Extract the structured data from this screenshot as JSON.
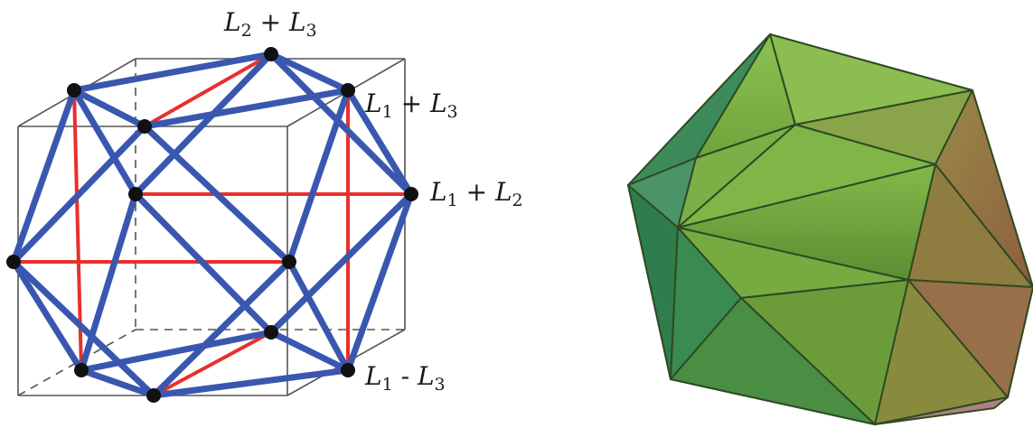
{
  "labels": {
    "top": {
      "a": "L",
      "a_sub": "2",
      "op": " + ",
      "b": "L",
      "b_sub": "3"
    },
    "upper_right": {
      "a": "L",
      "a_sub": "1",
      "op": " + ",
      "b": "L",
      "b_sub": "3"
    },
    "right": {
      "a": "L",
      "a_sub": "1",
      "op": " + ",
      "b": "L",
      "b_sub": "2"
    },
    "lower_right": {
      "a": "L",
      "a_sub": "1",
      "op": " - ",
      "b": "L",
      "b_sub": "3"
    }
  },
  "colors": {
    "cube_line": "#555555",
    "blue_edge": "#3a57b0",
    "red_edge": "#e8302c",
    "vertex": "#111111",
    "icosa_green_light": "#7ab046",
    "icosa_green_dark": "#2f7d4d",
    "icosa_olive": "#8c7a3a",
    "icosa_brown": "#9a6a46"
  }
}
